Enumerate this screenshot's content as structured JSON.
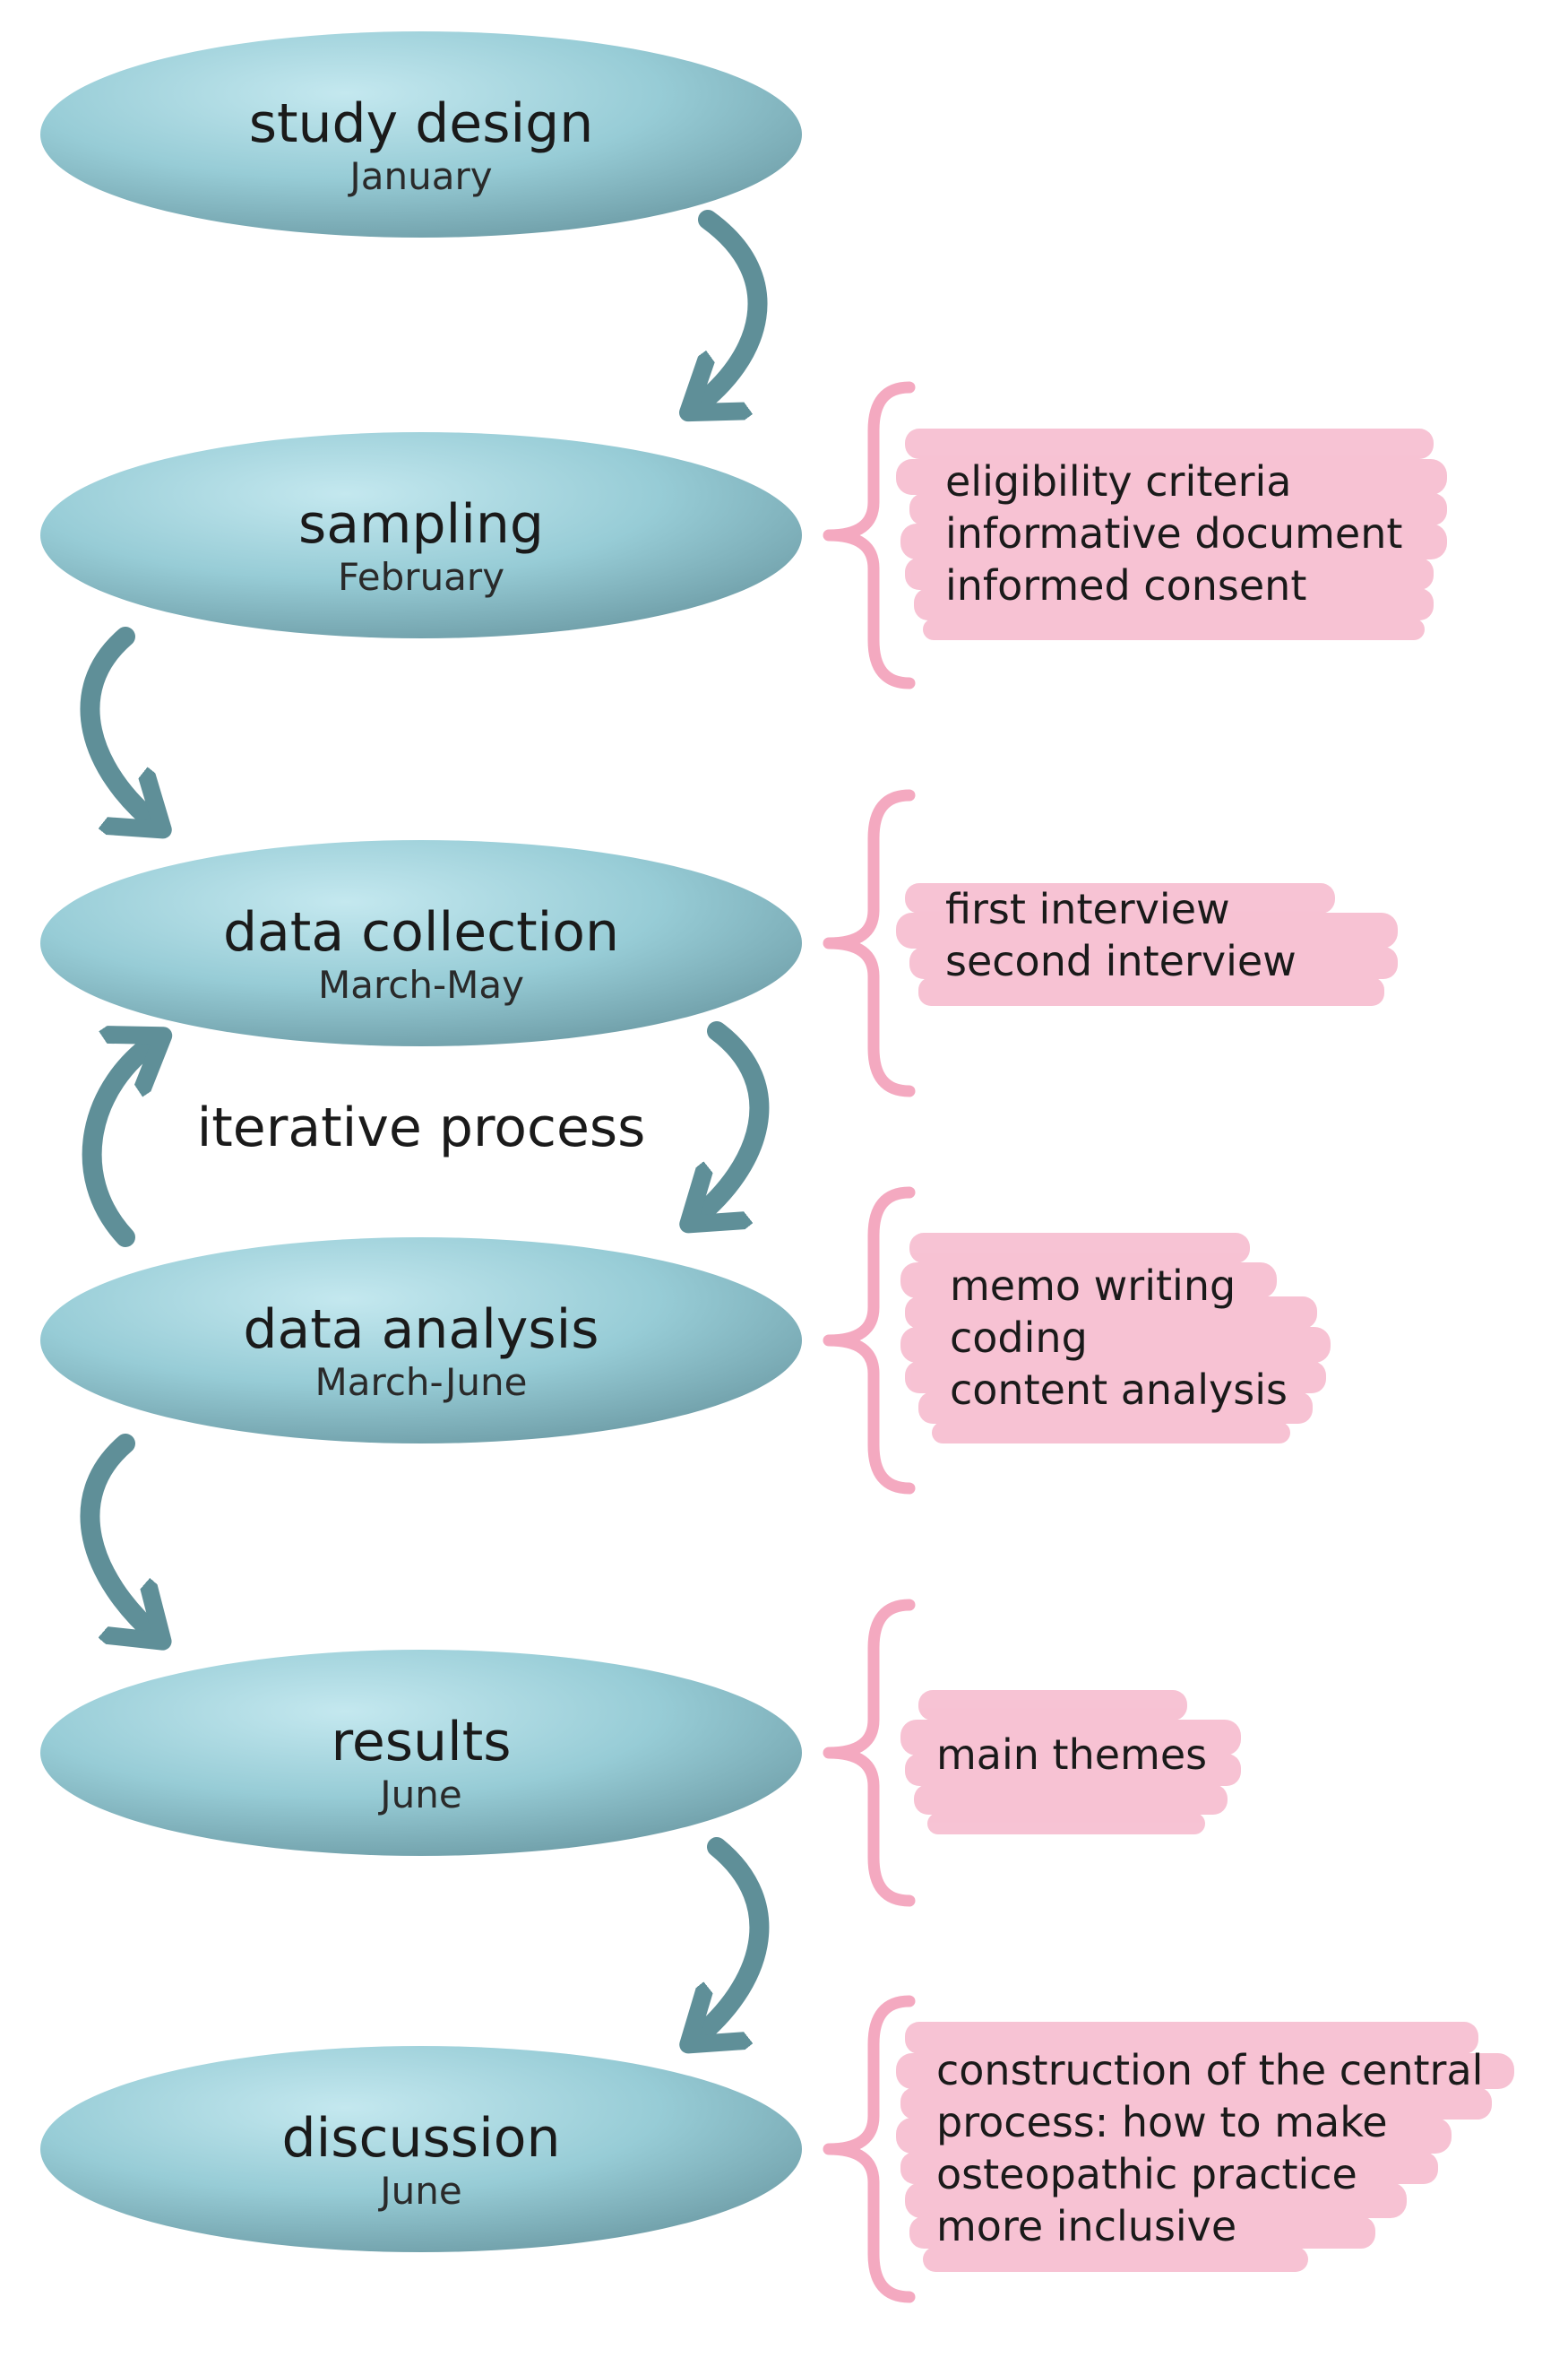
{
  "stages": [
    {
      "title": "study design",
      "date": "January"
    },
    {
      "title": "sampling",
      "date": "February"
    },
    {
      "title": "data collection",
      "date": "March-May"
    },
    {
      "title": "data analysis",
      "date": "March-June"
    },
    {
      "title": "results",
      "date": "June"
    },
    {
      "title": "discussion",
      "date": "June"
    }
  ],
  "iterative_label": "iterative process",
  "notes": [
    {
      "stage": "sampling",
      "lines": [
        "eligibility criteria",
        "informative document",
        "informed consent"
      ]
    },
    {
      "stage": "data collection",
      "lines": [
        "first interview",
        "second interview"
      ]
    },
    {
      "stage": "data analysis",
      "lines": [
        "memo writing",
        "coding",
        "content analysis"
      ]
    },
    {
      "stage": "results",
      "lines": [
        "main themes"
      ]
    },
    {
      "stage": "discussion",
      "lines": [
        "construction of the central",
        "process: how to make",
        "osteopathic practice",
        "more inclusive"
      ]
    }
  ],
  "colors": {
    "ellipse_light": "#b7e2ea",
    "ellipse_mid": "#8cc3cd",
    "ellipse_dark": "#6fa0aa",
    "arrow": "#5f8f98",
    "brace": "#f4a9c0",
    "highlight": "#f6b8cc"
  }
}
